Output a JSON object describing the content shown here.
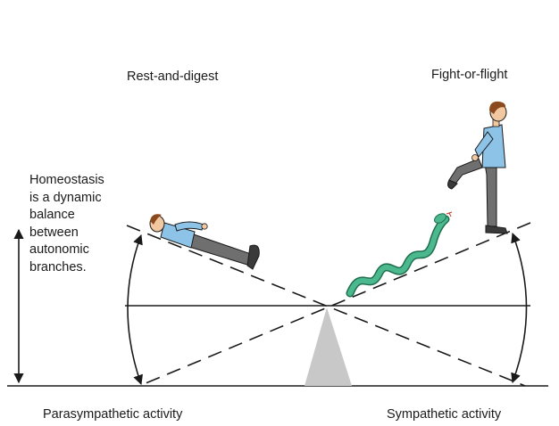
{
  "labels": {
    "rest": "Rest-and-digest",
    "fight": "Fight-or-flight",
    "parasympathetic": "Parasympathetic activity",
    "sympathetic": "Sympathetic activity"
  },
  "caption_lines": [
    "Homeostasis",
    "is a dynamic",
    "balance",
    "between",
    "autonomic",
    "branches."
  ],
  "colors": {
    "line": "#1a1a1a",
    "fulcrum": "#c8c8c8",
    "shirt": "#8ec3e8",
    "pants": "#6f6f6f",
    "hair": "#8b4a1e",
    "skin": "#f2c8a0",
    "snake": "#4cb88e",
    "snake_dark": "#1f6e4f"
  },
  "icons": [
    "resting-person-icon",
    "running-person-icon",
    "snake-icon",
    "fulcrum-icon"
  ]
}
